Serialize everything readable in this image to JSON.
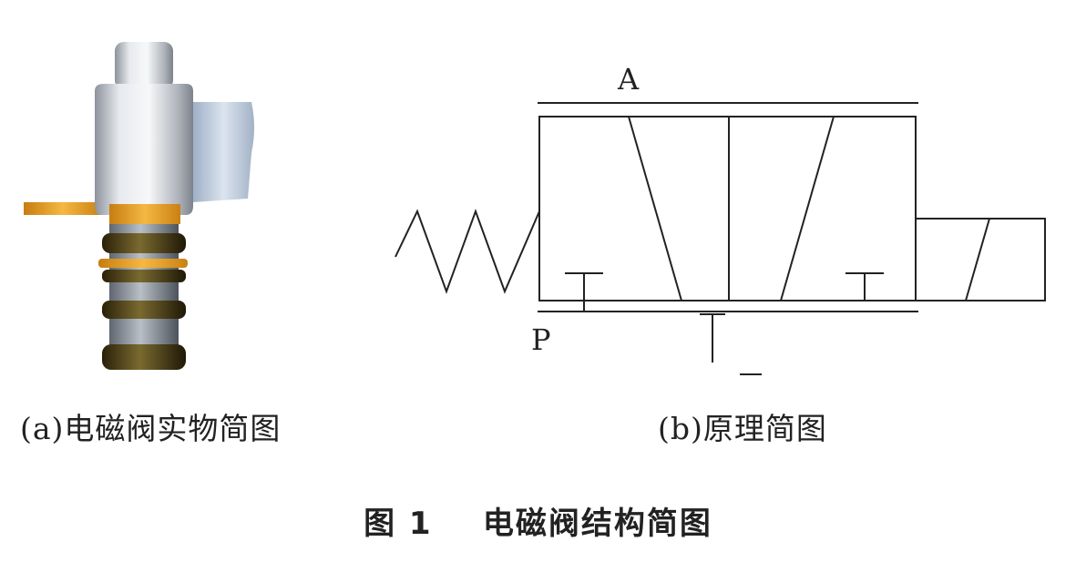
{
  "subfigure_a": {
    "caption": "(a)电磁阀实物简图",
    "image": "solenoid-valve-photo"
  },
  "subfigure_b": {
    "caption": "(b)原理简图",
    "port_a_label": "A",
    "port_p_label": "P"
  },
  "figure_title": "图 1    电磁阀结构简图",
  "colors": {
    "line": "#222222",
    "valve_body": "#c8ccd2",
    "pin_orange": "#e8a020",
    "o_ring": "#3a2e10",
    "bracket": "#a8b8cc"
  }
}
